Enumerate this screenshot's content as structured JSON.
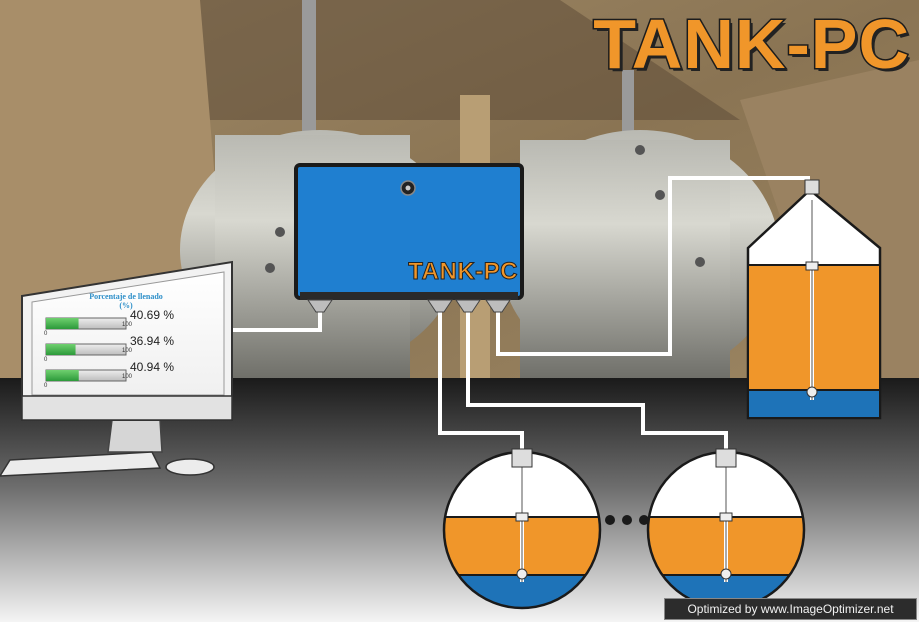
{
  "product_title": "TANK-PC",
  "controller": {
    "label": "TANK-PC"
  },
  "monitor": {
    "panel_title": "Porcentaje de llenado",
    "panel_unit": "(%)",
    "bars": [
      {
        "value": 40.69,
        "label": "40.69 %",
        "min": "0",
        "max": "100"
      },
      {
        "value": 36.94,
        "label": "36.94 %",
        "min": "0",
        "max": "100"
      },
      {
        "value": 40.94,
        "label": "40.94 %",
        "min": "0",
        "max": "100"
      }
    ]
  },
  "colors": {
    "accent": "#f0962a",
    "water": "#1e73b8",
    "controller": "#1f7fd0",
    "bar_fill": "#3ab54a",
    "cable": "#ffffff"
  },
  "watermark": "Optimized by www.ImageOptimizer.net"
}
